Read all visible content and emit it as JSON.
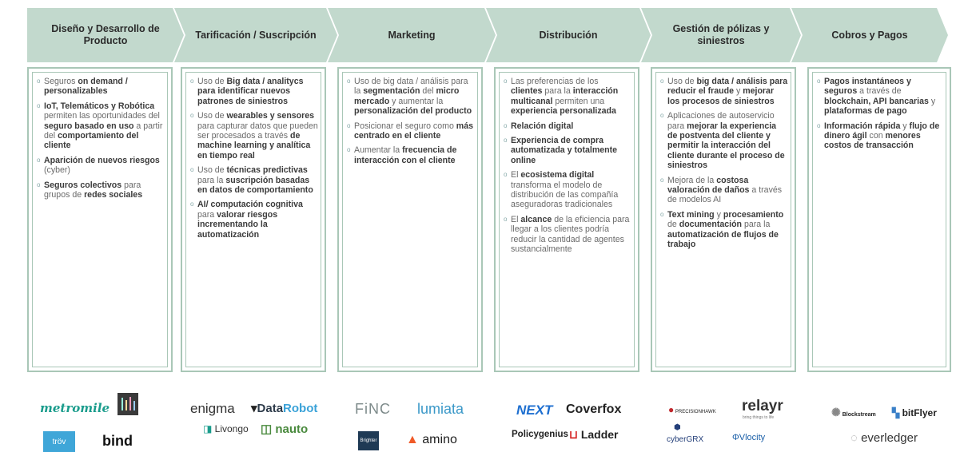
{
  "stages": [
    {
      "title": "Diseño y Desarrollo de Producto"
    },
    {
      "title": "Tarificación / Suscripción"
    },
    {
      "title": "Marketing"
    },
    {
      "title": "Distribución"
    },
    {
      "title": "Gestión de pólizas y siniestros"
    },
    {
      "title": "Cobros y Pagos"
    }
  ],
  "columns": [
    {
      "bullets": [
        [
          [
            "Seguros ",
            false
          ],
          [
            "on demand / personalizables",
            true
          ]
        ],
        [
          [
            "IoT, Telemáticos y Robótica",
            true
          ],
          [
            " permiten las oportunidades del ",
            false
          ],
          [
            "seguro basado en uso",
            true
          ],
          [
            " a partir del ",
            false
          ],
          [
            "comportamiento del cliente",
            true
          ]
        ],
        [
          [
            "Aparición de nuevos riesgos",
            true
          ],
          [
            " (cyber)",
            false
          ]
        ],
        [
          [
            "Seguros colectivos",
            true
          ],
          [
            " para grupos de ",
            false
          ],
          [
            "redes sociales",
            true
          ]
        ]
      ]
    },
    {
      "bullets": [
        [
          [
            "Uso de ",
            false
          ],
          [
            "Big data / analitycs para identificar nuevos patrones de siniestros",
            true
          ]
        ],
        [
          [
            "Uso de ",
            false
          ],
          [
            "wearables y sensores",
            true
          ],
          [
            " para capturar datos que pueden ser procesados a través ",
            false
          ],
          [
            "de machine learning y analítica en tiempo real",
            true
          ]
        ],
        [
          [
            "Uso de ",
            false
          ],
          [
            "técnicas predictivas",
            true
          ],
          [
            " para la ",
            false
          ],
          [
            "suscripción basadas en datos de comportamiento",
            true
          ]
        ],
        [
          [
            "AI/ computación cognitiva",
            true
          ],
          [
            " para ",
            false
          ],
          [
            "valorar riesgos incrementando la automatización",
            true
          ]
        ]
      ]
    },
    {
      "bullets": [
        [
          [
            "Uso de big data / análisis para la ",
            false
          ],
          [
            "segmentación",
            true
          ],
          [
            " del ",
            false
          ],
          [
            "micro mercado",
            true
          ],
          [
            " y aumentar la ",
            false
          ],
          [
            "personalización del producto",
            true
          ]
        ],
        [
          [
            "Posicionar el seguro como ",
            false
          ],
          [
            "más centrado en el cliente",
            true
          ]
        ],
        [
          [
            "Aumentar la ",
            false
          ],
          [
            "frecuencia de interacción con el cliente",
            true
          ]
        ]
      ]
    },
    {
      "bullets": [
        [
          [
            "Las preferencias de los ",
            false
          ],
          [
            "clientes",
            true
          ],
          [
            " para la ",
            false
          ],
          [
            "interacción multicanal",
            true
          ],
          [
            " permiten una ",
            false
          ],
          [
            "experiencia personalizada",
            true
          ]
        ],
        [
          [
            "Relación digital",
            true
          ]
        ],
        [
          [
            "Experiencia de compra automatizada y totalmente online",
            true
          ]
        ],
        [
          [
            "El ",
            false
          ],
          [
            "ecosistema digital",
            true
          ],
          [
            " transforma el modelo de distribución de las compañía aseguradoras tradicionales",
            false
          ]
        ],
        [
          [
            "El ",
            false
          ],
          [
            "alcance",
            true
          ],
          [
            " de la eficiencia para llegar a los clientes podría reducir la cantidad de agentes sustancialmente",
            false
          ]
        ]
      ]
    },
    {
      "bullets": [
        [
          [
            "Uso de ",
            false
          ],
          [
            "big data / análisis para reducir el fraude",
            true
          ],
          [
            " y ",
            false
          ],
          [
            "mejorar los procesos de siniestros",
            true
          ]
        ],
        [
          [
            "Aplicaciones de autoservicio para ",
            false
          ],
          [
            "mejorar la experiencia de postventa del cliente y permitir la interacción del cliente durante el proceso de siniestros",
            true
          ]
        ],
        [
          [
            "Mejora de la ",
            false
          ],
          [
            "costosa valoración de daños",
            true
          ],
          [
            " a través de modelos AI",
            false
          ]
        ],
        [
          [
            "Text mining",
            true
          ],
          [
            " y ",
            false
          ],
          [
            "procesamiento",
            true
          ],
          [
            " de ",
            false
          ],
          [
            "documentación",
            true
          ],
          [
            " para la ",
            false
          ],
          [
            "automatización de flujos de trabajo",
            true
          ]
        ]
      ]
    },
    {
      "bullets": [
        [
          [
            "Pagos instantáneos y seguros",
            true
          ],
          [
            " a través de ",
            false
          ],
          [
            "blockchain, API bancarias",
            true
          ],
          [
            " y ",
            false
          ],
          [
            "plataformas de pago",
            true
          ]
        ],
        [
          [
            "Información rápida",
            true
          ],
          [
            " y ",
            false
          ],
          [
            "flujo de dinero ágil",
            true
          ],
          [
            " con ",
            false
          ],
          [
            "menores costos de transacción",
            true
          ]
        ]
      ]
    }
  ],
  "logos": {
    "metromile": "metromile",
    "trov": "tröv",
    "bind": "bind",
    "enigma": "enigma",
    "datarobot_a": "Data",
    "datarobot_b": "Robot",
    "livongo": "Livongo",
    "nauto": "nauto",
    "finc": "FiNC",
    "lumiata": "lumiata",
    "brighter": "Brighter",
    "amino": "amino",
    "next": "NEXT",
    "coverfox": "Coverfox",
    "policygenius": "Policygenius",
    "ladder": "Ladder",
    "precisionhawk": "PRECISIONHAWK",
    "relayr": "relayr",
    "relayr_tag": "bring things to life",
    "cybergrx": "cyberGRX",
    "vlocity": "Vlocity",
    "blockstream": "Blockstream",
    "bitflyer": "bitFlyer",
    "everledger": "everledger"
  },
  "colors": {
    "chevron": "#c2d9cd",
    "border": "#a9c7b7"
  }
}
